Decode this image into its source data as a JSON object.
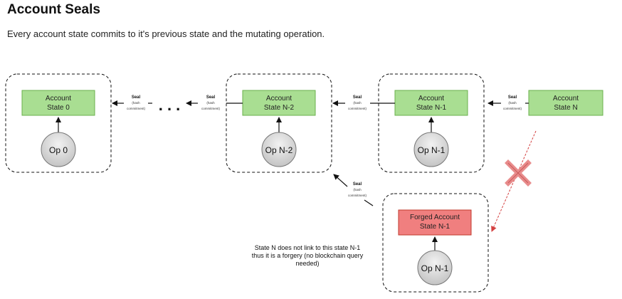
{
  "header": {
    "title": "Account Seals",
    "subtitle": "Every account state commits to it's previous state and the mutating operation."
  },
  "nodes": {
    "state_0": {
      "line1": "Account",
      "line2": "State 0",
      "op": "Op 0"
    },
    "state_n2": {
      "line1": "Account",
      "line2": "State N-2",
      "op": "Op N-2"
    },
    "state_n1": {
      "line1": "Account",
      "line2": "State N-1",
      "op": "Op N-1"
    },
    "state_n": {
      "line1": "Account",
      "line2": "State N"
    },
    "forged": {
      "line1": "Forged Account",
      "line2": "State N-1",
      "op": "Op N-1"
    }
  },
  "seal": {
    "title": "Seal",
    "sub1": "(hash",
    "sub2": "commitment)"
  },
  "ellipsis": ". . .",
  "note": {
    "line1": "State N does not link to this state N-1",
    "line2": "thus it is a forgery (no blockchain query",
    "line3": "needed)"
  },
  "colors": {
    "state_fill": "#a9de92",
    "state_border": "#6ab04c",
    "forged_fill": "#f07f7f",
    "forged_border": "#c0392b",
    "op_fill": "#d4d4d4",
    "cross": "#e88b8b",
    "forged_link": "#d44040"
  }
}
